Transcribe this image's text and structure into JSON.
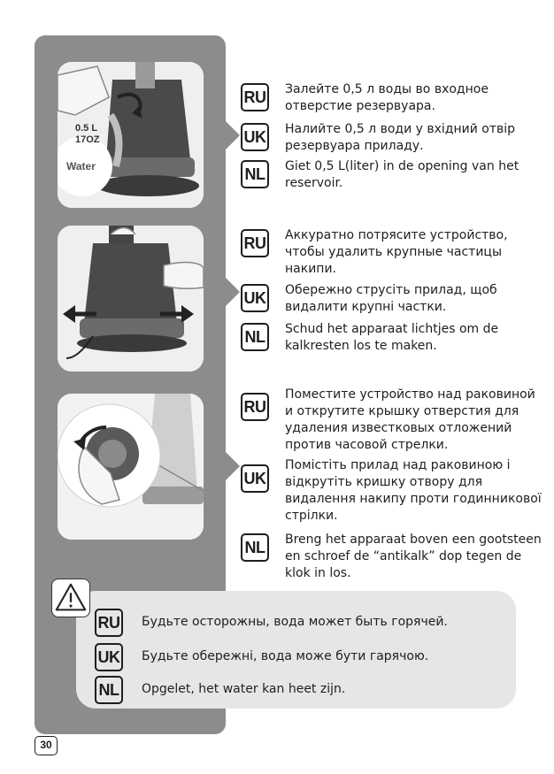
{
  "steps": [
    {
      "illustration": {
        "label_volume": "0.5 L",
        "label_oz": "17OZ",
        "label_water": "Water"
      },
      "rows": [
        {
          "lang": "RU",
          "text": "Залейте 0,5 л воды во входное отверстие резервуара."
        },
        {
          "lang": "UK",
          "text": "Налийте 0,5 л води у вхідний  отвір резервуара приладу."
        },
        {
          "lang": "NL",
          "text": "Giet 0,5 L(liter) in de opening van het reservoir."
        }
      ]
    },
    {
      "rows": [
        {
          "lang": "RU",
          "text": "Аккуратно потрясите устройство, чтобы удалить крупные частицы накипи."
        },
        {
          "lang": "UK",
          "text": "Обережно струсіть прилад, щоб видалити крупні частки."
        },
        {
          "lang": "NL",
          "text": "Schud het apparaat lichtjes om de kalkresten los te maken."
        }
      ]
    },
    {
      "rows": [
        {
          "lang": "RU",
          "text": "Поместите устройство над раковиной и открутите крышку отверстия для удаления известковых отложений против часовой стрелки."
        },
        {
          "lang": "UK",
          "text": "Помістіть прилад над раковиною і відкрутіть кришку отвору для видалення накипу проти годинникової стрілки."
        },
        {
          "lang": "NL",
          "text": "Breng het apparaat boven een gootsteen en schroef de “antikalk” dop tegen de klok in los."
        }
      ]
    }
  ],
  "warning": {
    "icon": "warning-triangle-icon",
    "rows": [
      {
        "lang": "RU",
        "text": "Будьте осторожны, вода может быть горячей."
      },
      {
        "lang": "UK",
        "text": "Будьте обережні, вода може бути гарячою."
      },
      {
        "lang": "NL",
        "text": "Opgelet, het water kan heet zijn."
      }
    ]
  },
  "page_number": "30",
  "colors": {
    "sidebar": "#8c8c8c",
    "warning_panel": "#e6e6e6",
    "text": "#1e1e1e"
  }
}
